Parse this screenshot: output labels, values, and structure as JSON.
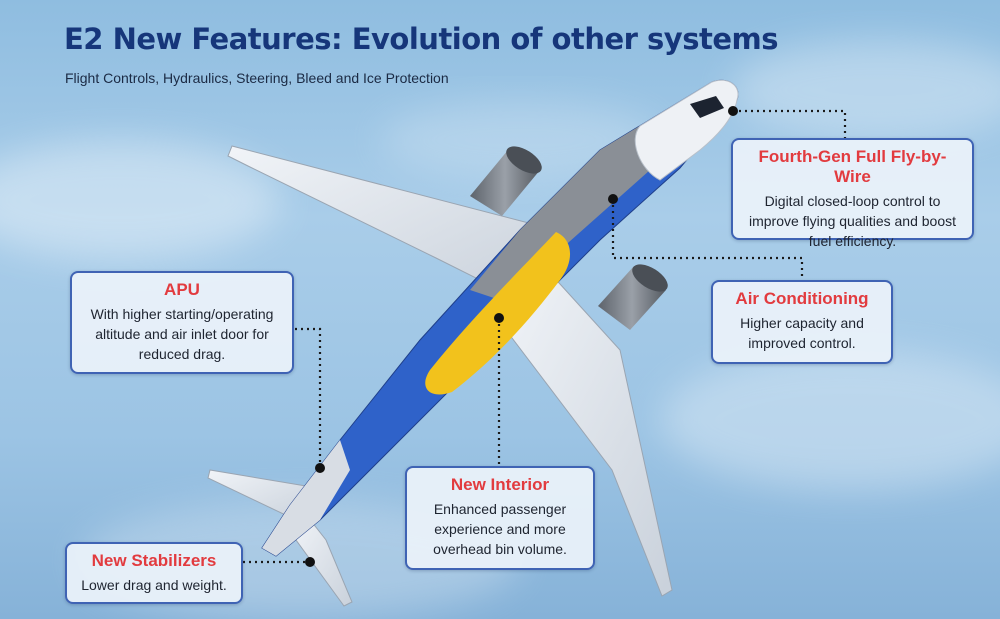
{
  "header": {
    "title": "E2 New Features: Evolution of other systems",
    "subtitle": "Flight Controls, Hydraulics, Steering, Bleed and Ice Protection"
  },
  "callouts": {
    "fly_by_wire": {
      "heading": "Fourth-Gen Full Fly-by-Wire",
      "text": "Digital closed-loop control to improve flying qualities and boost fuel efficiency."
    },
    "air_conditioning": {
      "heading": "Air Conditioning",
      "text": "Higher capacity and improved control."
    },
    "apu": {
      "heading": "APU",
      "text": "With higher starting/operating altitude and air inlet door for reduced drag."
    },
    "new_interior": {
      "heading": "New Interior",
      "text": "Enhanced passenger experience and more overhead bin volume."
    },
    "new_stabilizers": {
      "heading": "New Stabilizers",
      "text": "Lower drag and weight."
    }
  },
  "colors": {
    "title": "#16367a",
    "callout_heading": "#e23b3f",
    "callout_border": "#3f63b4",
    "fuselage_blue": "#2f62c9",
    "fuselage_yellow": "#f2c21c",
    "fuselage_gray": "#8a8f96"
  }
}
